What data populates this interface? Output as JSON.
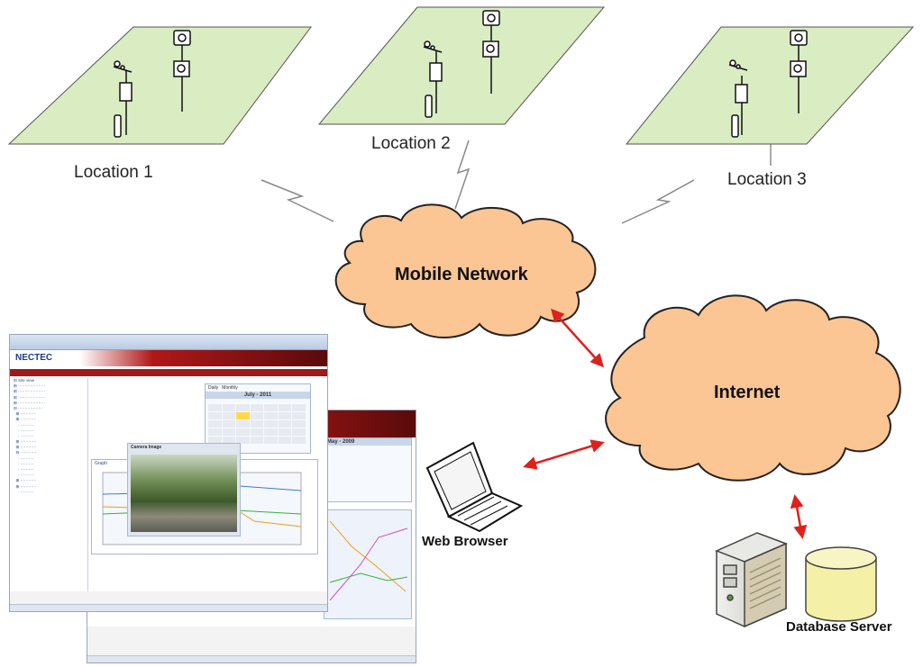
{
  "locations": [
    {
      "name": "Location 1"
    },
    {
      "name": "Location 2"
    },
    {
      "name": "Location 3"
    }
  ],
  "clouds": {
    "mobile": "Mobile Network",
    "internet": "Internet"
  },
  "devices": {
    "browser": "Web Browser",
    "database": "Database Server"
  },
  "colors": {
    "field": "#d9ecc2",
    "cloud": "#fbc594",
    "cloud_stroke": "#222222",
    "arrow": "#e0201b",
    "db": "#f4f0a6"
  },
  "screenshot": {
    "logo": "NECTEC",
    "calendar_title": "July - 2011",
    "calendar_title_back": "May - 2009",
    "camera_title": "Camera Image",
    "tab_graph": "Graph",
    "tab_daily": "Daily",
    "tab_monthly": "Monthly"
  }
}
